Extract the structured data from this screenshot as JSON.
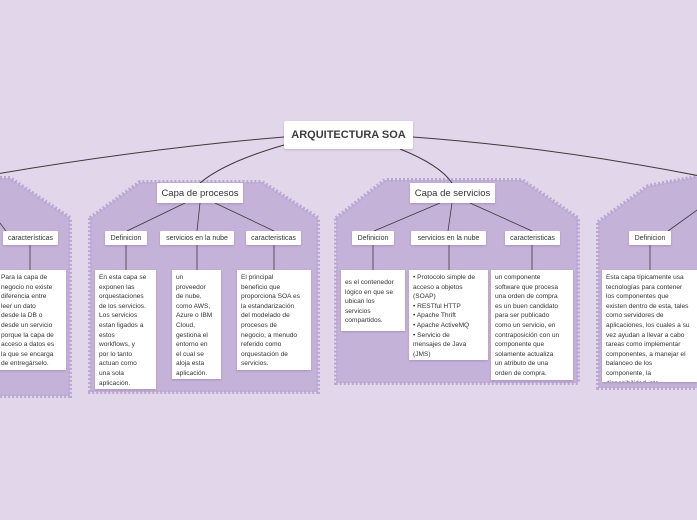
{
  "root": {
    "title": "ARQUITECTURA SOA"
  },
  "left_group": {
    "label_caracteristicas": "características",
    "desc_caracteristicas": "Para la capa de\nnegocio no existe\ndiferencia entre\nleer un dato\ndesde la DB o\ndesde un servicio\nporque la capa de\nacceso a datos es\nla que se encarga\nde entregárselo."
  },
  "procesos": {
    "title": "Capa de procesos",
    "label_definicion": "Definicion",
    "label_nube": "servicios en la nube",
    "label_caracteristicas": "caracteristicas",
    "desc_definicion": "En esta capa se\nexponen las\norquestaciones\nde los servicios.\nLos servicios\nestan ligados a\nestos\nworkflows, y\npor lo tanto\nactuan como\nuna sola\naplicación.",
    "desc_nube": "un\nproveedor\nde nube,\ncomo AWS,\nAzure o IBM\nCloud,\ngestiona el\nentorno en\nel cual se\naloja esta\naplicación.",
    "desc_caracteristicas": "El principal\nbeneficio que\nproporciona SOA es\nla estandarización\ndel modelado de\nprocesos de\nnegocio, a menudo\nreferido como\norquestación de\nservicios."
  },
  "servicios": {
    "title": "Capa de servicios",
    "label_definicion": "Definicion",
    "label_nube": "servicios en la nube",
    "label_caracteristicas": "caracteristicas",
    "desc_definicion": "es el contenedor\nlógico en que se\nubican los\nservicios\ncompartidos.",
    "desc_nube": "• Protocolo simple de\nacceso a objetos\n(SOAP)\n• RESTful HTTP\n• Apache Thrift\n• Apache ActiveMQ\n• Servicio de\nmensajes de Java\n(JMS)",
    "desc_caracteristicas": "un componente\nsoftware que procesa\nuna orden de compra\nes un buen candidato\npara ser publicado\ncomo un servicio, en\ncontraposición con un\ncomponente que\nsolamente actualiza\nun atributo de una\norden de compra."
  },
  "right_group": {
    "label_definicion": "Definicion",
    "desc_definicion": "Esta capa típicamente usa\ntecnologías para contener\nlos componentes que\nexisten dentro de esta, tales\ncomo servidores de\naplicaciones, los cuales a su\nvez ayudan a llevar a cabo\ntareas como implementar\ncomponentes, a manejar el\nbalanceo de los\ncomponente, la\ndisponibilidad, etc."
  },
  "colors": {
    "background": "#e2d7ea",
    "group_fill": "#c5b2d9",
    "group_border": "#bba7d2",
    "connector": "#3a3a3a"
  }
}
